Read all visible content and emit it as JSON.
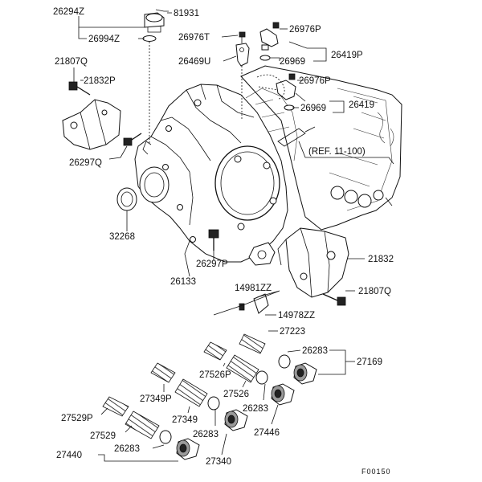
{
  "diagram": {
    "labels": {
      "p26294Z": "26294Z",
      "p81931": "81931",
      "p26994Z": "26994Z",
      "p26976T": "26976T",
      "p26976P_a": "26976P",
      "p26469U": "26469U",
      "p26969_a": "26969",
      "p26419P": "26419P",
      "p21807Q_a": "21807Q",
      "p21832P": "21832P",
      "p26976P_b": "26976P",
      "p26969_b": "26969",
      "p26419": "26419",
      "ref": "(REF. 11-100)",
      "p26297Q": "26297Q",
      "p32268": "32268",
      "p21832": "21832",
      "p26297P": "26297P",
      "p26133": "26133",
      "p14981ZZ": "14981ZZ",
      "p21807Q_b": "21807Q",
      "p14978ZZ": "14978ZZ",
      "p27223": "27223",
      "p26283_a": "26283",
      "p27169": "27169",
      "p27526P": "27526P",
      "p27349P": "27349P",
      "p27526": "27526",
      "p26283_b": "26283",
      "p27446": "27446",
      "p27529P": "27529P",
      "p27349": "27349",
      "p27529": "27529",
      "p26283_c": "26283",
      "p27440": "27440",
      "p26283_d": "26283",
      "p27340": "27340",
      "code": "F00150"
    }
  }
}
